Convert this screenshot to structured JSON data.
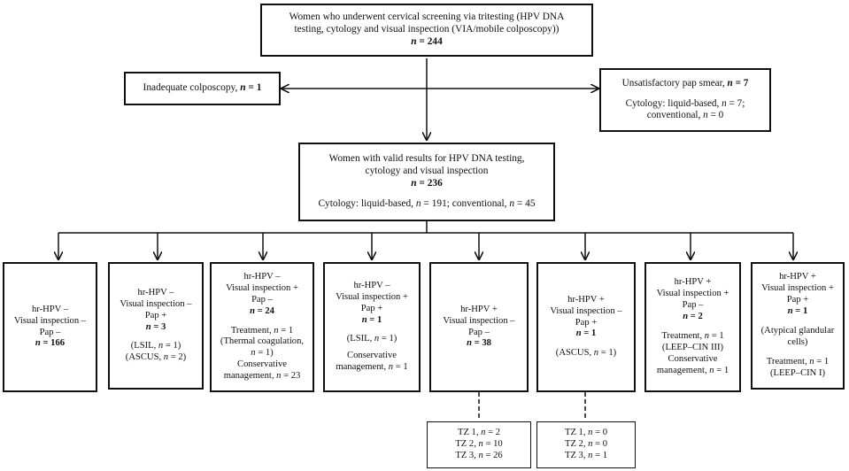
{
  "top": {
    "line1": "Women who underwent cervical screening via tritesting (HPV DNA",
    "line2": "testing, cytology and visual inspection (VIA/mobile colposcopy))",
    "n": "244"
  },
  "left_excl": {
    "label": "Inadequate colposcopy, ",
    "n": "1"
  },
  "right_excl": {
    "title": "Unsatisfactory pap smear, ",
    "n": "7",
    "line2a": "Cytology: liquid-based, ",
    "line2b": " = 7;",
    "line3a": "conventional, ",
    "line3b": " = 0"
  },
  "middle": {
    "line1": "Women with valid results for HPV DNA testing,",
    "line2": "cytology and visual inspection",
    "n": "236",
    "line4a": "Cytology: liquid-based, ",
    "line4b": " = 191; conventional, ",
    "line4c": " = 45"
  },
  "groups": [
    {
      "l1": "hr-HPV –",
      "l2": "Visual inspection –",
      "l3": "Pap –",
      "n": "166"
    },
    {
      "l1": "hr-HPV –",
      "l2": "Visual inspection –",
      "l3": "Pap +",
      "n": "3",
      "d1": "(LSIL, ",
      "d1n": " = 1)",
      "d2": "(ASCUS, ",
      "d2n": " = 2)"
    },
    {
      "l1": "hr-HPV –",
      "l2": "Visual inspection +",
      "l3": "Pap –",
      "n": "24",
      "d1": "Treatment, ",
      "d1n": " = 1",
      "d2": "(Thermal coagulation,",
      "d3n": " = 1)",
      "d4": "Conservative",
      "d5": "management, ",
      "d5n": " = 23"
    },
    {
      "l1": "hr-HPV –",
      "l2": "Visual inspection +",
      "l3": "Pap +",
      "n": "1",
      "d1": "(LSIL, ",
      "d1n": " = 1)",
      "d2": "Conservative",
      "d3": "management, ",
      "d3n": " = 1"
    },
    {
      "l1": "hr-HPV +",
      "l2": "Visual inspection –",
      "l3": "Pap –",
      "n": "38"
    },
    {
      "l1": "hr-HPV +",
      "l2": "Visual inspection –",
      "l3": "Pap +",
      "n": "1",
      "d1": "(ASCUS, ",
      "d1n": " = 1)"
    },
    {
      "l1": "hr-HPV +",
      "l2": "Visual inspection +",
      "l3": "Pap –",
      "n": "2",
      "d1": "Treatment, ",
      "d1n": " = 1",
      "d2": "(LEEP–CIN III)",
      "d3": "Conservative",
      "d4": "management, ",
      "d4n": " = 1"
    },
    {
      "l1": "hr-HPV +",
      "l2": "Visual inspection +",
      "l3": "Pap +",
      "n": "1",
      "d1": "(Atypical glandular",
      "d2": "cells)",
      "d3": "Treatment, ",
      "d3n": " = 1",
      "d4": "(LEEP–CIN I)"
    }
  ],
  "tz_boxes": [
    {
      "r1": "TZ 1, ",
      "r1n": " = 2",
      "r2": "TZ 2, ",
      "r2n": " = 10",
      "r3": "TZ 3, ",
      "r3n": " = 26"
    },
    {
      "r1": "TZ 1, ",
      "r1n": " = 0",
      "r2": "TZ 2, ",
      "r2n": " = 0",
      "r3": "TZ 3, ",
      "r3n": " = 1"
    }
  ],
  "n_symbol": "n",
  "n_eq": " = "
}
